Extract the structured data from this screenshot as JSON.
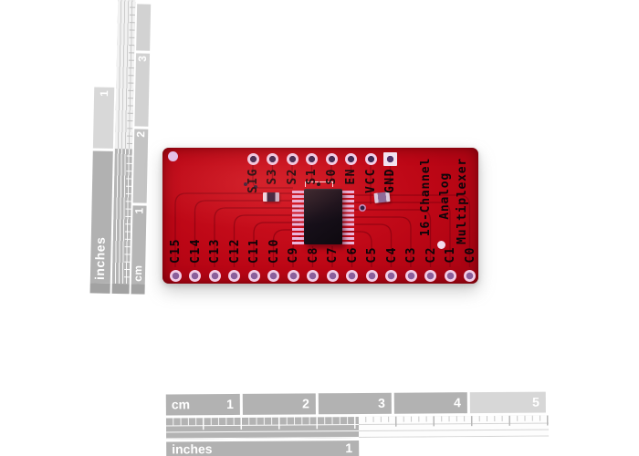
{
  "pcb": {
    "top_pins": [
      "SIG",
      "S3",
      "S2",
      "S1",
      "S0",
      "EN",
      "VCC",
      "GND"
    ],
    "bottom_pins": [
      "C15",
      "C14",
      "C13",
      "C12",
      "C11",
      "C10",
      "C9",
      "C8",
      "C7",
      "C6",
      "C5",
      "C4",
      "C3",
      "C2",
      "C1",
      "C0"
    ],
    "title_lines": [
      "16-Channel",
      "Analog",
      "Multiplexer"
    ],
    "colors": {
      "board_red": "#b50613",
      "pad_ring": "#f0cfe8",
      "label_ink": "#0b0408"
    }
  },
  "rulers": {
    "left": {
      "inches_label": "inches",
      "cm_label": "cm",
      "inch_marks": [
        "1"
      ],
      "cm_marks": [
        "3",
        "2",
        "1"
      ]
    },
    "bottom": {
      "cm_label": "cm",
      "cm_marks": [
        "1",
        "2",
        "3",
        "4",
        "5"
      ],
      "inches_label": "inches",
      "inch_marks": [
        "1"
      ]
    }
  }
}
